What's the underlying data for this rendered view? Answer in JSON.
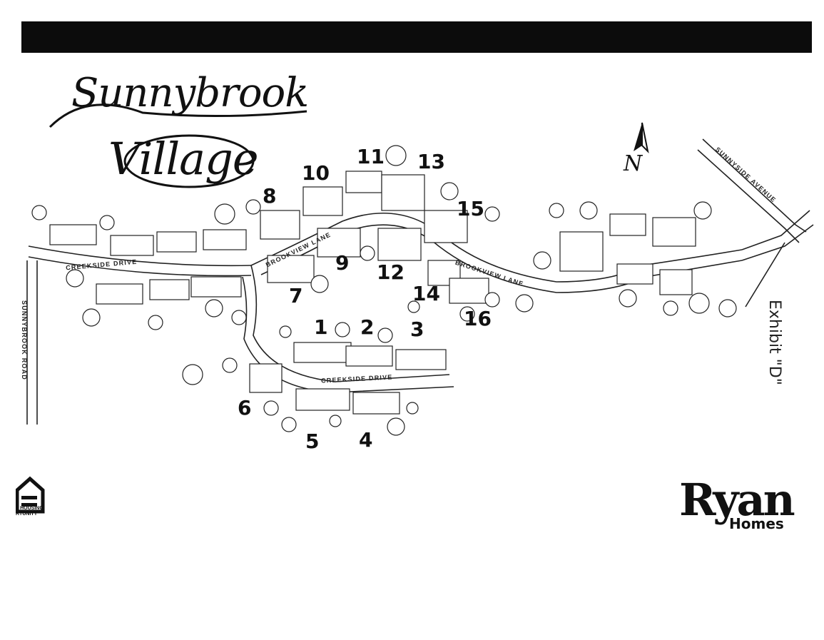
{
  "title": {
    "line1": "Sunnybrook",
    "line2": "Village"
  },
  "north_label": "N",
  "roads": {
    "creekside_west": "CREEKSIDE DRIVE",
    "creekside_south": "CREEKSIDE DRIVE",
    "brookview_west": "BROOKVIEW LANE",
    "brookview_east": "BROOKVIEW LANE",
    "sunnybrook_road": "SUNNYBROOK ROAD",
    "sunnyside_avenue": "SUNNYSIDE AVENUE"
  },
  "lots": [
    "1",
    "2",
    "3",
    "4",
    "5",
    "6",
    "7",
    "8",
    "9",
    "10",
    "11",
    "12",
    "13",
    "14",
    "15",
    "16"
  ],
  "exhibit": "Exhibit \"D\"",
  "equal_housing": {
    "line1": "L HOUSING",
    "line2": "RTUNITY"
  },
  "builder": {
    "name": "Ryan",
    "sub": "Homes"
  }
}
